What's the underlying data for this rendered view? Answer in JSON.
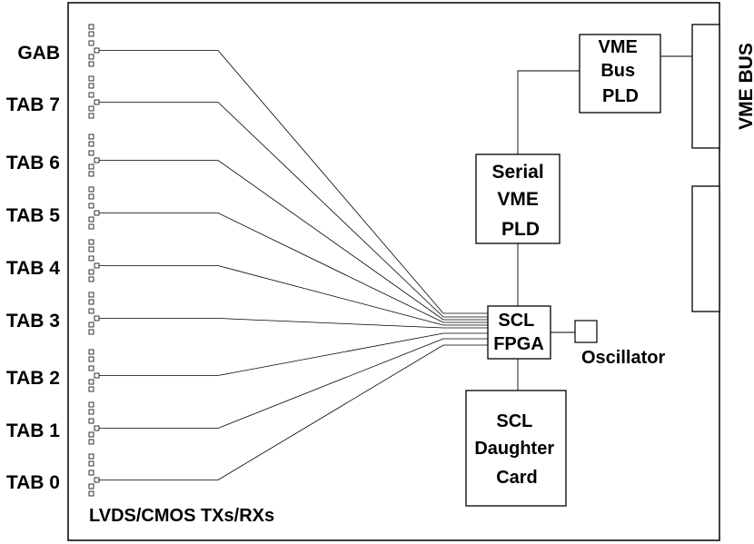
{
  "channels": [
    {
      "label": "GAB"
    },
    {
      "label": "TAB 7"
    },
    {
      "label": "TAB 6"
    },
    {
      "label": "TAB 5"
    },
    {
      "label": "TAB 4"
    },
    {
      "label": "TAB 3"
    },
    {
      "label": "TAB 2"
    },
    {
      "label": "TAB 1"
    },
    {
      "label": "TAB 0"
    }
  ],
  "blocks": {
    "vme_bus_pld": [
      "VME",
      "Bus",
      "PLD"
    ],
    "serial_vme_pld": [
      "Serial",
      "VME",
      "PLD"
    ],
    "scl_fpga": [
      "SCL",
      "FPGA"
    ],
    "scl_daughter_card": [
      "SCL",
      "Daughter",
      "Card"
    ]
  },
  "oscillator_label": "Oscillator",
  "vme_bus_label": "VME BUS",
  "transceivers_label": "LVDS/CMOS TXs/RXs"
}
